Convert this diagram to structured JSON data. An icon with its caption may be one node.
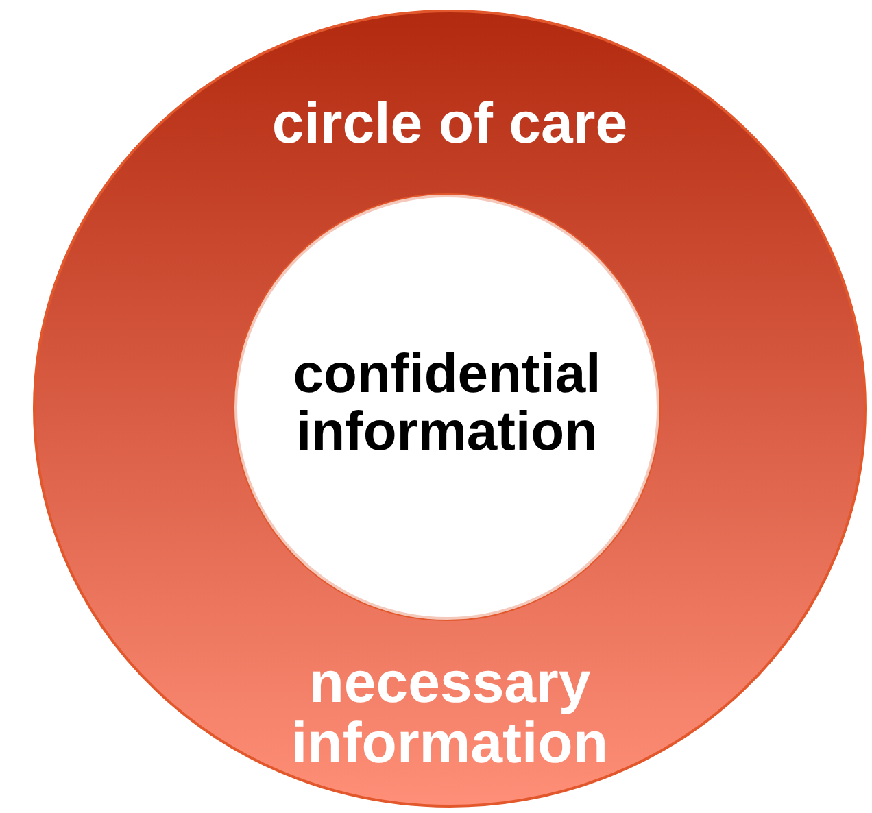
{
  "diagram": {
    "nodes": [
      {
        "text": [
          "circle of care",
          "necessary information"
        ]
      },
      {
        "text": [
          "confidential information"
        ],
        "in": 0
      }
    ]
  }
}
